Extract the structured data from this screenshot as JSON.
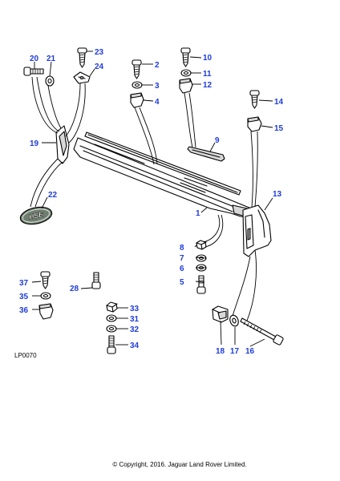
{
  "callouts": {
    "c1": "1",
    "c2": "2",
    "c3": "3",
    "c4": "4",
    "c5": "5",
    "c6": "6",
    "c7": "7",
    "c8": "8",
    "c9": "9",
    "c10": "10",
    "c11": "11",
    "c12": "12",
    "c13": "13",
    "c14": "14",
    "c15": "15",
    "c16": "16",
    "c17": "17",
    "c18": "18",
    "c19": "19",
    "c20": "20",
    "c21": "21",
    "c22": "22",
    "c23": "23",
    "c24": "24",
    "c28": "28",
    "c31": "31",
    "c32": "32",
    "c33": "33",
    "c34": "34",
    "c35": "35",
    "c36": "36",
    "c37": "37"
  },
  "colors": {
    "callout": "#1e3cdc",
    "line": "#000000",
    "badge": "#6f7f6f"
  },
  "reference_code": "LP0070",
  "badge_text": "HSE",
  "footer": {
    "copyright": "© Copyright, 2016. Jaguar Land Rover Limited."
  }
}
